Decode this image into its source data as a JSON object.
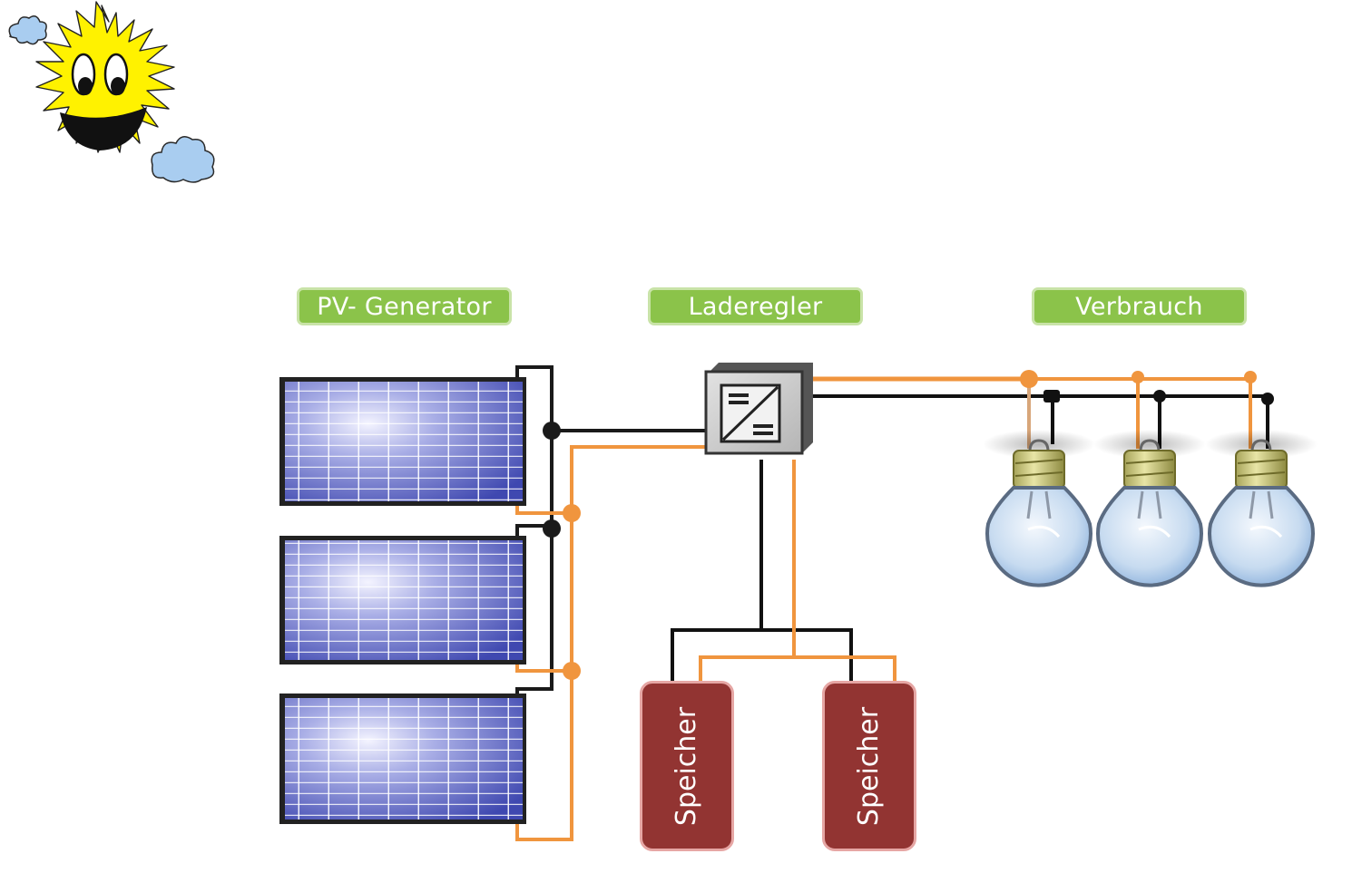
{
  "diagram": {
    "title_illustration": "smiling-sun-with-clouds",
    "labels": {
      "pv_generator": "PV- Generator",
      "charge_controller": "Laderegler",
      "consumption": "Verbrauch"
    },
    "storage": [
      {
        "label": "Speicher"
      },
      {
        "label": "Speicher"
      }
    ],
    "components": {
      "solar_panels": 3,
      "light_bulbs": 3
    },
    "colors": {
      "label_green": "#8bc34a",
      "storage_red": "#923432",
      "wire_positive": "#f0953e",
      "wire_negative": "#000000",
      "panel_blue": "#5b63c6"
    }
  }
}
